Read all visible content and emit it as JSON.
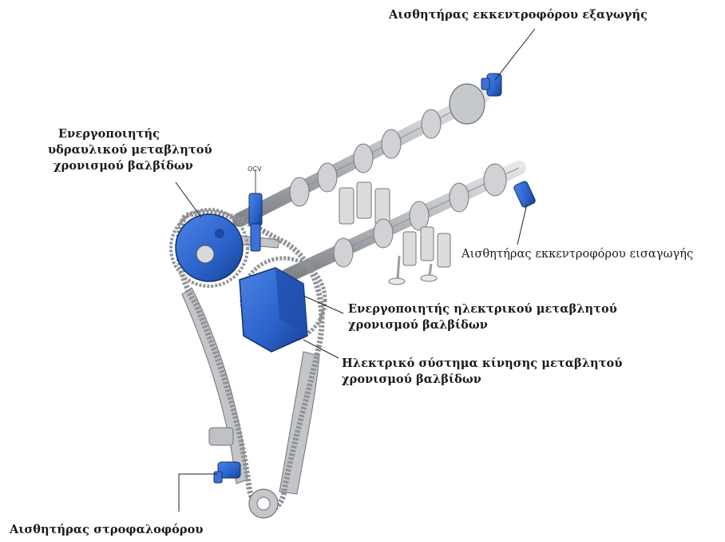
{
  "labels": {
    "exhaust_cam_sensor": "Αισθητήρας εκκεντροφόρου εξαγωγής",
    "hydraulic_vvt_actuator_l1": "Ενεργοποιητής",
    "hydraulic_vvt_actuator_l2": "υδραυλικού μεταβλητού",
    "hydraulic_vvt_actuator_l3": "χρονισμού βαλβίδων",
    "ocv": "OCV",
    "intake_cam_sensor": "Αισθητήρας εκκεντροφόρου εισαγωγής",
    "electric_vvt_actuator_l1": "Ενεργοποιητής ηλεκτρικού μεταβλητού",
    "electric_vvt_actuator_l2": "χρονισμού βαλβίδων",
    "electric_vvt_drive_l1": "Ηλεκτρικό σύστημα κίνησης μεταβλητού",
    "electric_vvt_drive_l2": "χρονισμού βαλβίδων",
    "crank_sensor": "Αισθητήρας στροφαλοφόρου"
  },
  "colors": {
    "actuator_blue": "#2a62c9",
    "metal_gray": "#b9bcc0",
    "chain_gray": "#9a9da2",
    "leader_line": "#222222"
  }
}
